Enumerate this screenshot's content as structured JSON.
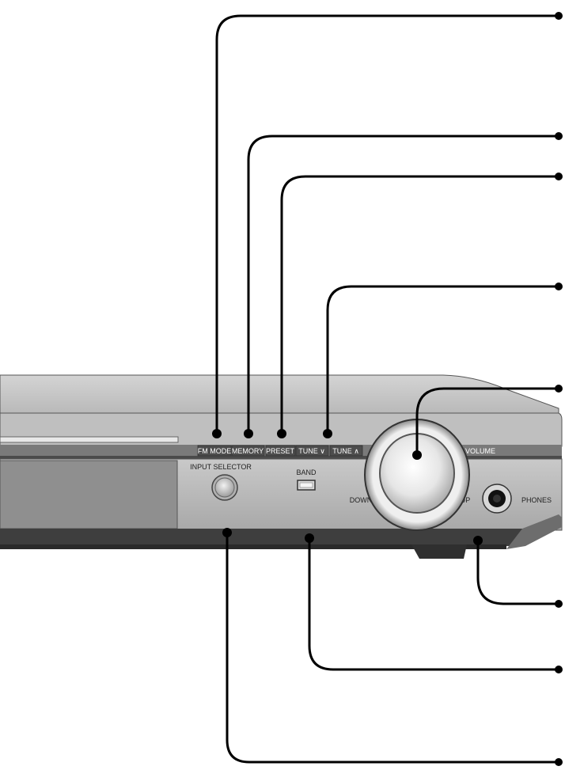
{
  "panel_buttons": {
    "fm_mode": "FM MODE",
    "memory": "MEMORY",
    "preset": "PRESET",
    "tune_down": "TUNE ∨",
    "tune_up": "TUNE ∧"
  },
  "labels": {
    "input_selector": "INPUT SELECTOR",
    "band": "BAND",
    "volume": "VOLUME",
    "down": "DOWN",
    "up": "UP",
    "phones": "PHONES"
  },
  "colors": {
    "panel_dark": "#3a3a3a",
    "panel_mid": "#8c8c8c",
    "panel_light": "#cfcfcf",
    "callout": "#000000"
  }
}
